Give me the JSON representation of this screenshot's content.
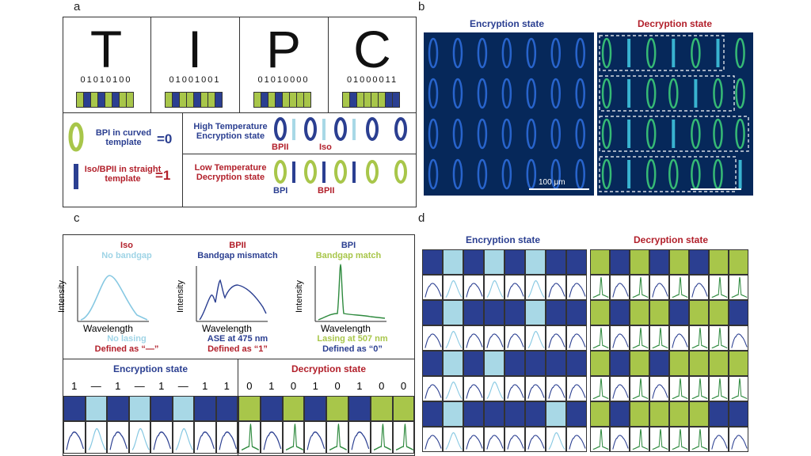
{
  "panel_labels": {
    "a": "a",
    "b": "b",
    "c": "c",
    "d": "d"
  },
  "colors": {
    "dark_blue": "#2b3f91",
    "light_blue": "#a8d8e6",
    "green": "#a8c64a",
    "red": "#b2202b",
    "micro_bg": "#06285a"
  },
  "panel_a": {
    "letters": [
      {
        "char": "T",
        "bits": "01010100",
        "pattern": "gbgbgbgg"
      },
      {
        "char": "I",
        "bits": "01001001",
        "pattern": "gbggbggb"
      },
      {
        "char": "P",
        "bits": "01010000",
        "pattern": "gbgbgggg"
      },
      {
        "char": "C",
        "bits": "01000011",
        "pattern": "gbggggbb"
      }
    ],
    "legend_bpi": "BPI in curved template",
    "legend_eq0": "=0",
    "legend_iso": "Iso/BPII in straight template",
    "legend_eq1": "=1",
    "high_temp": "High Temperature Encryption state",
    "low_temp": "Low Temperature Decryption state",
    "label_bpii_top": "BPII",
    "label_iso": "Iso",
    "label_bpi": "BPI",
    "label_bpii_bottom": "BPII"
  },
  "panel_b": {
    "encryption_title": "Encryption state",
    "decryption_title": "Decryption state",
    "scale_bar": "100 μm"
  },
  "panel_c": {
    "iso": {
      "name": "Iso",
      "sub": "No bandgap",
      "foot1": "No lasing",
      "foot2": "Defined as “—”"
    },
    "bpii": {
      "name": "BPII",
      "sub": "Bandgap mismatch",
      "foot1": "ASE at 475 nm",
      "foot2": "Defined as “1”"
    },
    "bpi": {
      "name": "BPI",
      "sub": "Bandgap match",
      "foot1": "Lasing at 507 nm",
      "foot2": "Defined as “0”"
    },
    "axis_x": "Wavelength",
    "axis_y": "Intensity",
    "encryption_title": "Encryption state",
    "decryption_title": "Decryption state",
    "enc_symbols": [
      "1",
      "—",
      "1",
      "—",
      "1",
      "—",
      "1",
      "1"
    ],
    "dec_symbols": [
      "0",
      "1",
      "0",
      "1",
      "0",
      "1",
      "0",
      "0"
    ],
    "enc_pattern": "bLbLbLbb",
    "dec_pattern": "gbgbgbgg"
  },
  "panel_d": {
    "encryption_title": "Encryption state",
    "decryption_title": "Decryption state",
    "enc_rows": [
      "bLbLbLbb",
      "bLbbbLbb",
      "bLbLbbbb",
      "bLbbbbLb"
    ],
    "dec_rows": [
      "gbgbgbgg",
      "gbggbggb",
      "gbgbgggg",
      "gbggggbb"
    ]
  }
}
